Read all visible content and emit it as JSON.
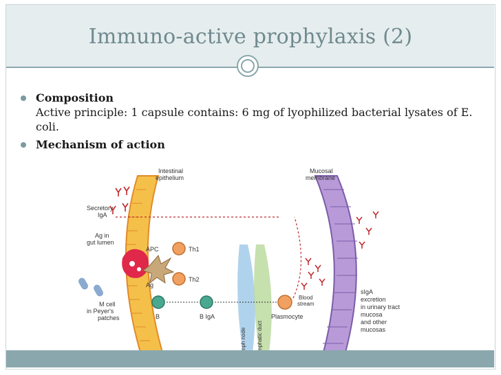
{
  "slide": {
    "title": "Immuno-active prophylaxis  (2)",
    "bullets": [
      {
        "heading": "Composition",
        "text": "Active principle: 1 capsule contains: 6 mg of lyophilized bacterial lysates of E. coli."
      },
      {
        "heading": "Mechanism of action",
        "text": ""
      }
    ]
  },
  "figure": {
    "labels": {
      "intestinal_epithelium": [
        "Intestinal",
        "epithelium"
      ],
      "mucosal_membrane": [
        "Mucosal",
        "membrane"
      ],
      "secretory_iga": [
        "Secretory",
        "IgA"
      ],
      "ag_gut_lumen": [
        "Ag in",
        "gut lumen"
      ],
      "apc": "APC",
      "th1": "Th1",
      "th2": "Th2",
      "ag": "Ag",
      "b": "B",
      "b_iga": "B IgA",
      "m_cell": [
        "M cell",
        "in Peyer's",
        "patches"
      ],
      "lymph_node": "lymph node",
      "lymphatic_duct": "lymphatic duct",
      "plasmocyte": "Plasmocyte",
      "blood_stream": [
        "Blood",
        "stream"
      ],
      "siga_excretion": [
        "sIgA",
        "excretion",
        "in urinary tract",
        "mucosa",
        "and other",
        "mucosas"
      ]
    },
    "colors": {
      "epithelium_fill": "#f5c04a",
      "epithelium_stroke": "#e08a2a",
      "membrane_fill": "#b89ad8",
      "membrane_stroke": "#7a5ca8",
      "mcell": "#e0284a",
      "th_cell": "#f0a060",
      "b_cell": "#4aa890",
      "lymph_node": "#9cc8e8",
      "lymph_duct": "#b8d89a",
      "dashed": "#c0282a"
    }
  }
}
